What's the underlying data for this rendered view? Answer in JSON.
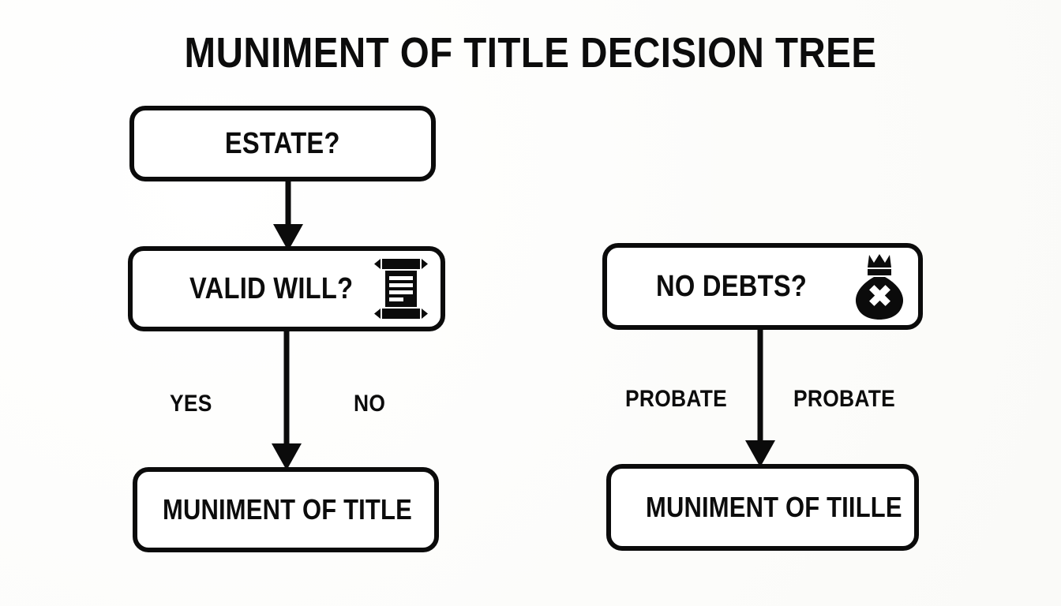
{
  "diagram": {
    "title": "MUNIMENT OF TITLE DECISION TREE",
    "colors": {
      "background": "#fdfdfb",
      "node_fill": "#ffffff",
      "stroke": "#0b0b0b",
      "text": "#0c0c0c"
    },
    "nodes": [
      {
        "id": "estate",
        "label": "ESTATE?",
        "type": "decision",
        "icon": null
      },
      {
        "id": "valid_will",
        "label": "VALID WILL?",
        "type": "decision",
        "icon": "scroll-icon"
      },
      {
        "id": "muniment_left",
        "label": "MUNIMENT OF TITLE",
        "type": "terminal",
        "icon": null
      },
      {
        "id": "no_debts",
        "label": "NO DEBTS?",
        "type": "decision",
        "icon": "money-bag-x-icon"
      },
      {
        "id": "muniment_right",
        "label": "MUNIMENT OF TIILLE",
        "type": "terminal",
        "icon": null
      }
    ],
    "edges": [
      {
        "id": "estate_to_valid_will",
        "from": "estate",
        "to": "valid_will",
        "label": ""
      },
      {
        "id": "valid_will_yes",
        "from": "valid_will",
        "to": "muniment_left",
        "label": "YES"
      },
      {
        "id": "valid_will_no",
        "from": "valid_will",
        "to": "muniment_left",
        "label": "NO"
      },
      {
        "id": "no_debts_probate_l",
        "from": "no_debts",
        "to": "muniment_right",
        "label": "PROBATE"
      },
      {
        "id": "no_debts_probate_r",
        "from": "no_debts",
        "to": "muniment_right",
        "label": "PROBATE"
      }
    ]
  }
}
